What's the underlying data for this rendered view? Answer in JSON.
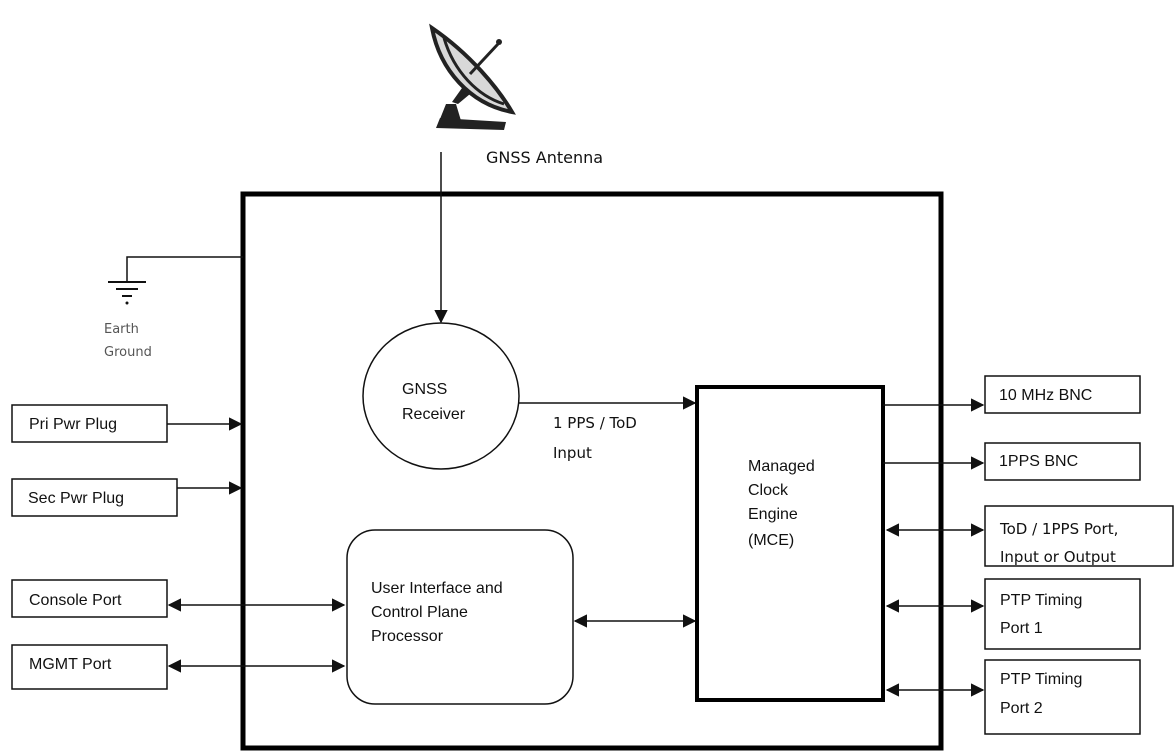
{
  "antenna": {
    "label": "GNSS Antenna",
    "icon": "satellite-dish-icon"
  },
  "ground": {
    "line1": "Earth",
    "line2": "Ground",
    "icon": "earth-ground-icon"
  },
  "receiver": {
    "line1": "GNSS",
    "line2": "Receiver"
  },
  "pps_link": {
    "line1": "1 PPS / ToD",
    "line2": "Input"
  },
  "mce": {
    "line1": "Managed",
    "line2": "Clock",
    "line3": "Engine",
    "line4": "(MCE)"
  },
  "ui_processor": {
    "line1": "User Interface and",
    "line2": "Control Plane",
    "line3": "Processor"
  },
  "inputs": {
    "pri_pwr": "Pri Pwr Plug",
    "sec_pwr": "Sec Pwr Plug",
    "console": "Console Port",
    "mgmt": "MGMT  Port"
  },
  "outputs": {
    "bnc_10mhz": "10 MHz BNC",
    "bnc_1pps": "1PPS BNC",
    "tod_line1": "ToD / 1PPS Port,",
    "tod_line2": "Input or Output",
    "ptp1_line1": "PTP Timing",
    "ptp1_line2": "Port 1",
    "ptp2_line1": "PTP Timing",
    "ptp2_line2": "Port 2"
  }
}
